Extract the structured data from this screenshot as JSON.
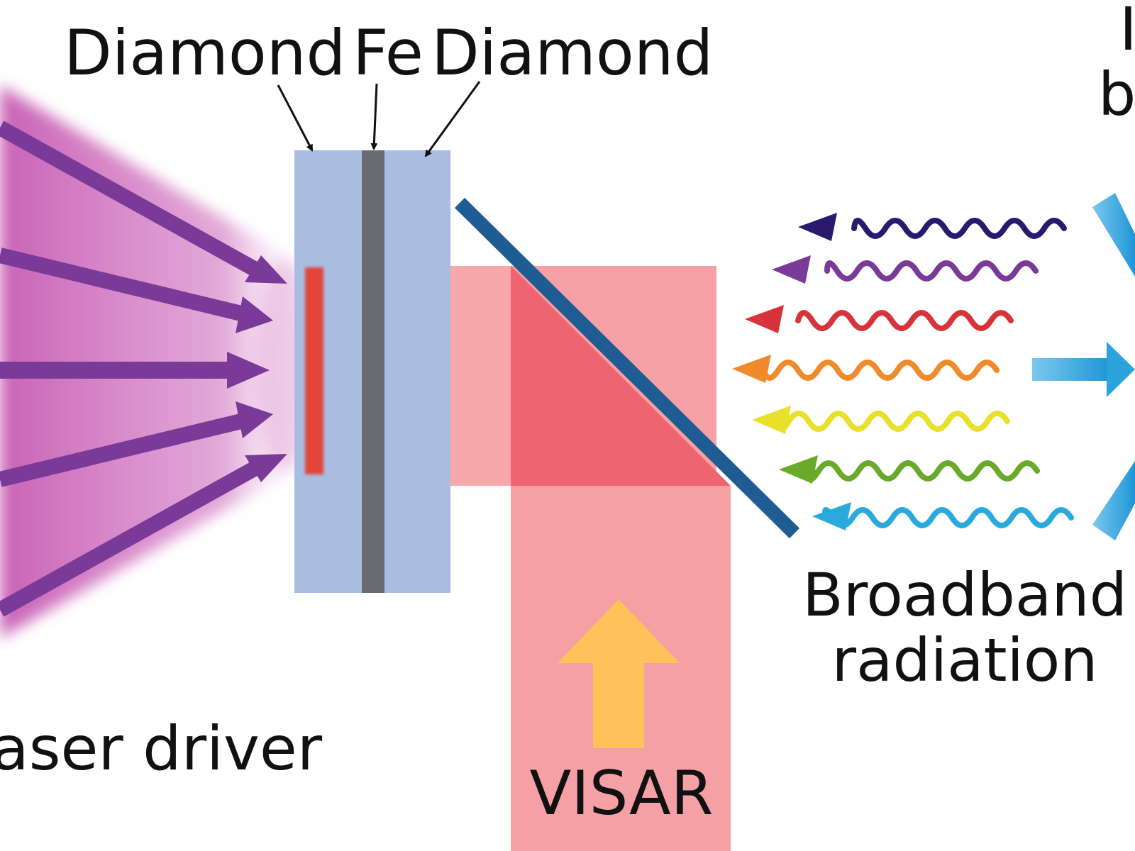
{
  "labels": {
    "diamond_left": "Diamond",
    "fe": "Fe",
    "diamond_right": "Diamond",
    "laser_driver": "aser driver",
    "broadband_line1": "Broadband",
    "broadband_line2": "radiation",
    "visar": "VISAR",
    "edge_top_line1": "I",
    "edge_top_line2": "b"
  },
  "colors": {
    "diamond": "#a9bde0",
    "fe_layer": "#6a6a72",
    "hot_spot": "#e2453a",
    "laser_arrow": "#7a3a98",
    "laser_glow": "#c25ab0",
    "visar_beam_light": "#f4a0a4",
    "visar_beam_dark": "#ee6470",
    "visar_arrow": "#fdc25a",
    "mirror": "#1f5c93",
    "detector": "#2aa2dc",
    "waves": [
      "#2a1a6e",
      "#7a3a98",
      "#d8333a",
      "#f08a2a",
      "#e8e02a",
      "#6aaa2a",
      "#2aaadc"
    ]
  },
  "icons": {
    "laser_arrows": "arrow-right-icon",
    "visar_arrow": "arrow-up-icon",
    "detector_arrow": "arrow-right-icon",
    "wavy_arrows": "wavy-arrow-left-icon"
  }
}
